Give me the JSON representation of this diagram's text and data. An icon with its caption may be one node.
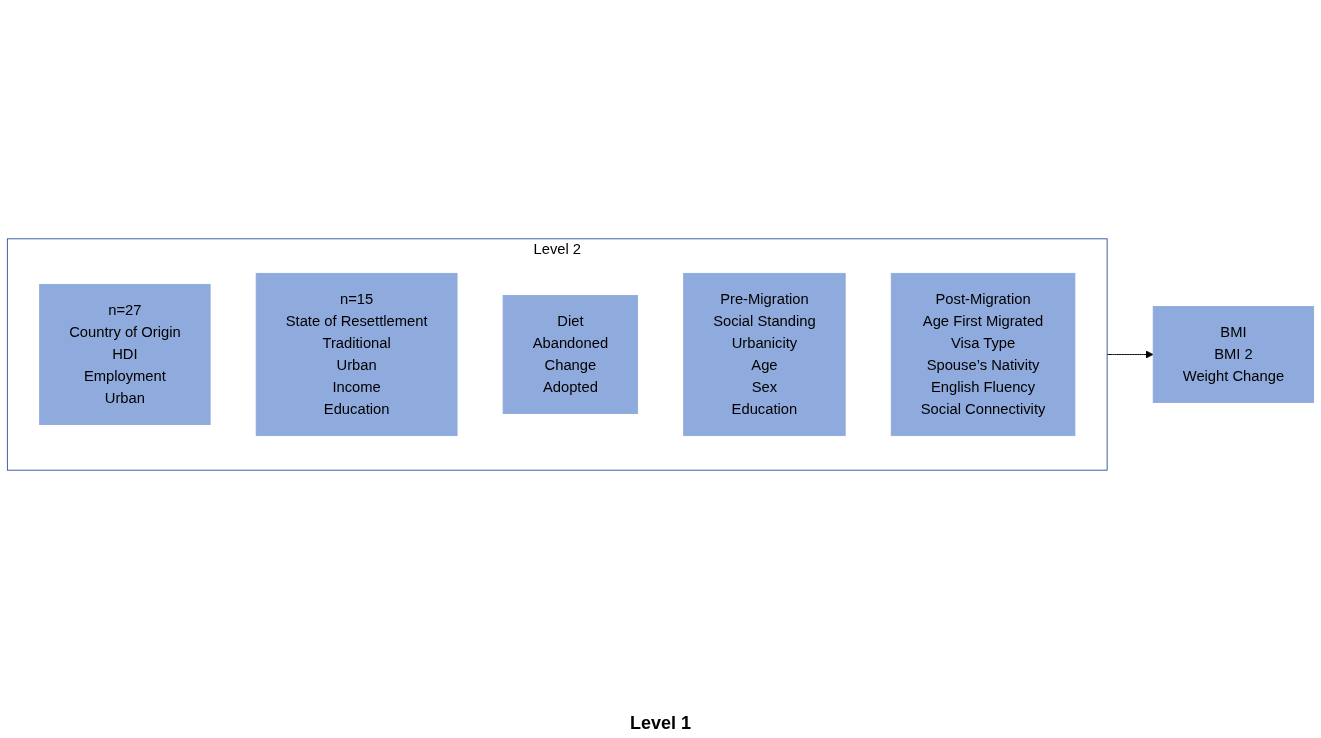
{
  "diagram": {
    "nodes": [
      {
        "text": [
          "Level 2"
        ]
      },
      {
        "text": [
          "n=27",
          "Country of Origin",
          "HDI",
          "Employment",
          "Urban"
        ],
        "in": 0
      },
      {
        "text": [
          "n=15",
          "State of Resettlement",
          "Traditional",
          "Urban",
          "Income",
          "Education"
        ],
        "in": 0
      },
      {
        "text": [
          "Diet",
          "Abandoned",
          "Change",
          "Adopted"
        ],
        "in": 0
      },
      {
        "text": [
          "Pre-Migration",
          "Social Standing",
          "Urbanicity",
          "Age",
          "Sex",
          "Education"
        ],
        "in": 0
      },
      {
        "text": [
          "Post-Migration",
          "Age First Migrated",
          "Visa Type",
          "Spouse’s Nativity",
          "English Fluency",
          "Social Connectivity"
        ],
        "in": 0
      },
      {
        "text": [
          "BMI",
          "BMI 2",
          "Weight Change"
        ]
      }
    ],
    "edges": [
      {
        "from": 0,
        "to": 6,
        "arrow": "to"
      }
    ],
    "labels": [
      "Level 1"
    ]
  }
}
